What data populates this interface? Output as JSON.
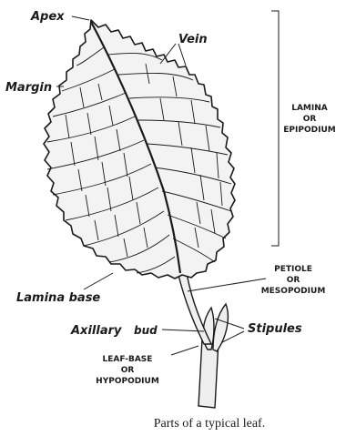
{
  "labels": {
    "apex": "Apex",
    "vein": "Vein",
    "margin": "Margin",
    "lamina_base": "Lamina base",
    "axillary_bud": "Axillary",
    "bud": "bud",
    "stipules": "Stipules",
    "lamina": [
      "LAMINA",
      "OR",
      "EPIPODIUM"
    ],
    "petiole": [
      "PETIOLE",
      "OR",
      "MESOPODIUM"
    ],
    "leaf_base": [
      "LEAF-BASE",
      "OR",
      "HYPOPODIUM"
    ]
  },
  "caption": "Parts of a typical leaf.",
  "colors": {
    "ink": "#1a1a1a",
    "leaf_fill": "#f3f3f3",
    "background": "#ffffff"
  }
}
